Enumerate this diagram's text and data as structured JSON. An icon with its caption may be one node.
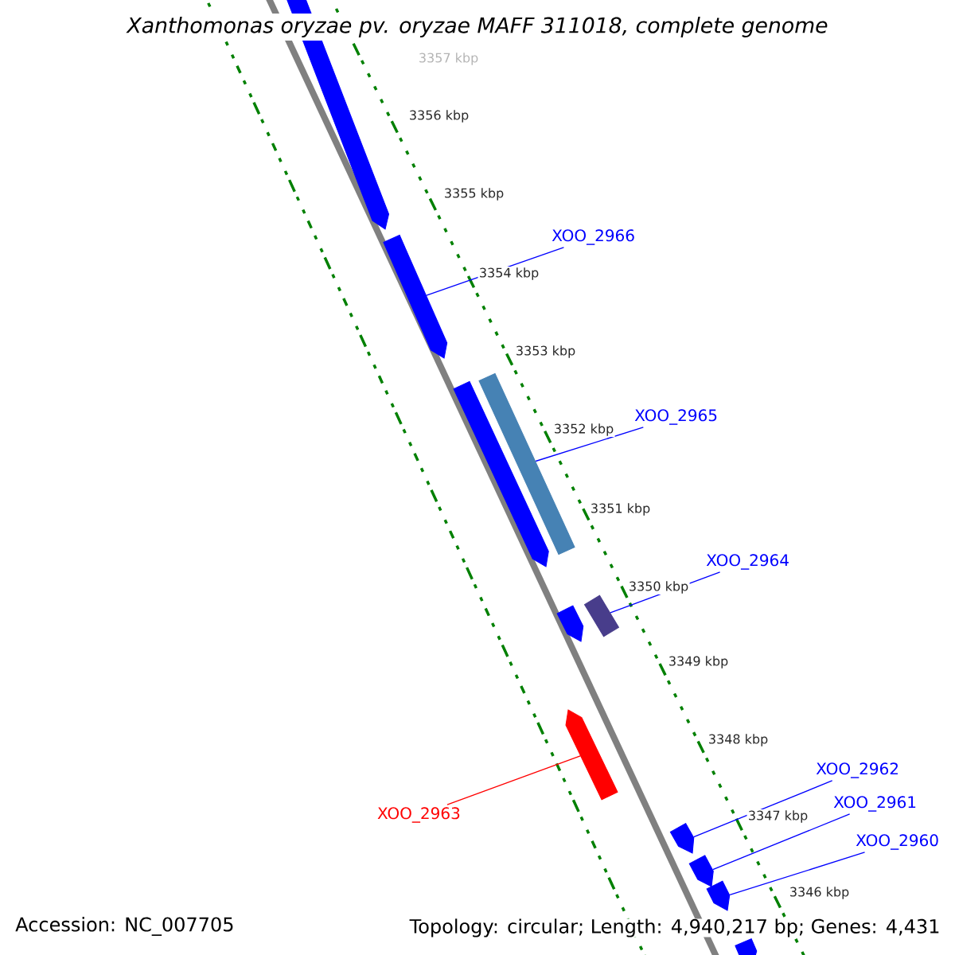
{
  "diagram": {
    "title": "Xanthomonas oryzae pv. oryzae MAFF 311018, complete genome",
    "nodes": [
      {
        "text": [],
        "shape": "arrow"
      },
      {
        "text": [
          "XOO_2966"
        ]
      },
      {
        "text": [],
        "shape": "arrow"
      },
      {
        "text": [
          "XOO_2965"
        ]
      },
      {
        "text": [],
        "shape": "arrow"
      },
      {
        "text": [],
        "shape": "box"
      },
      {
        "text": [
          "XOO_2964"
        ]
      },
      {
        "text": [],
        "shape": "arrow"
      },
      {
        "text": [],
        "shape": "box"
      },
      {
        "text": [
          "XOO_2963"
        ]
      },
      {
        "text": [],
        "shape": "arrow"
      },
      {
        "text": [
          "XOO_2962"
        ]
      },
      {
        "text": [],
        "shape": "arrow"
      },
      {
        "text": [
          "XOO_2961"
        ]
      },
      {
        "text": [],
        "shape": "arrow"
      },
      {
        "text": [
          "XOO_2960"
        ]
      },
      {
        "text": [],
        "shape": "arrow"
      },
      {
        "text": [],
        "shape": "arrow"
      }
    ],
    "edges": [
      {
        "from": 1,
        "to": 2,
        "arrow": "none"
      },
      {
        "from": 3,
        "to": 5,
        "arrow": "none"
      },
      {
        "from": 6,
        "to": 8,
        "arrow": "none"
      },
      {
        "from": 9,
        "to": 10,
        "arrow": "none",
        "color": "#ff0000"
      },
      {
        "from": 11,
        "to": 12,
        "arrow": "none"
      },
      {
        "from": 13,
        "to": 14,
        "arrow": "none"
      },
      {
        "from": 15,
        "to": 16,
        "arrow": "none"
      }
    ],
    "labels": [
      "3357 kbp",
      "3356 kbp",
      "3355 kbp",
      "3354 kbp",
      "3353 kbp",
      "3352 kbp",
      "3351 kbp",
      "3350 kbp",
      "3349 kbp",
      "3348 kbp",
      "3347 kbp",
      "3346 kbp",
      "Accession: NC_007705",
      "Topology: circular; Length: 4,940,217 bp; Genes: 4,431"
    ]
  }
}
